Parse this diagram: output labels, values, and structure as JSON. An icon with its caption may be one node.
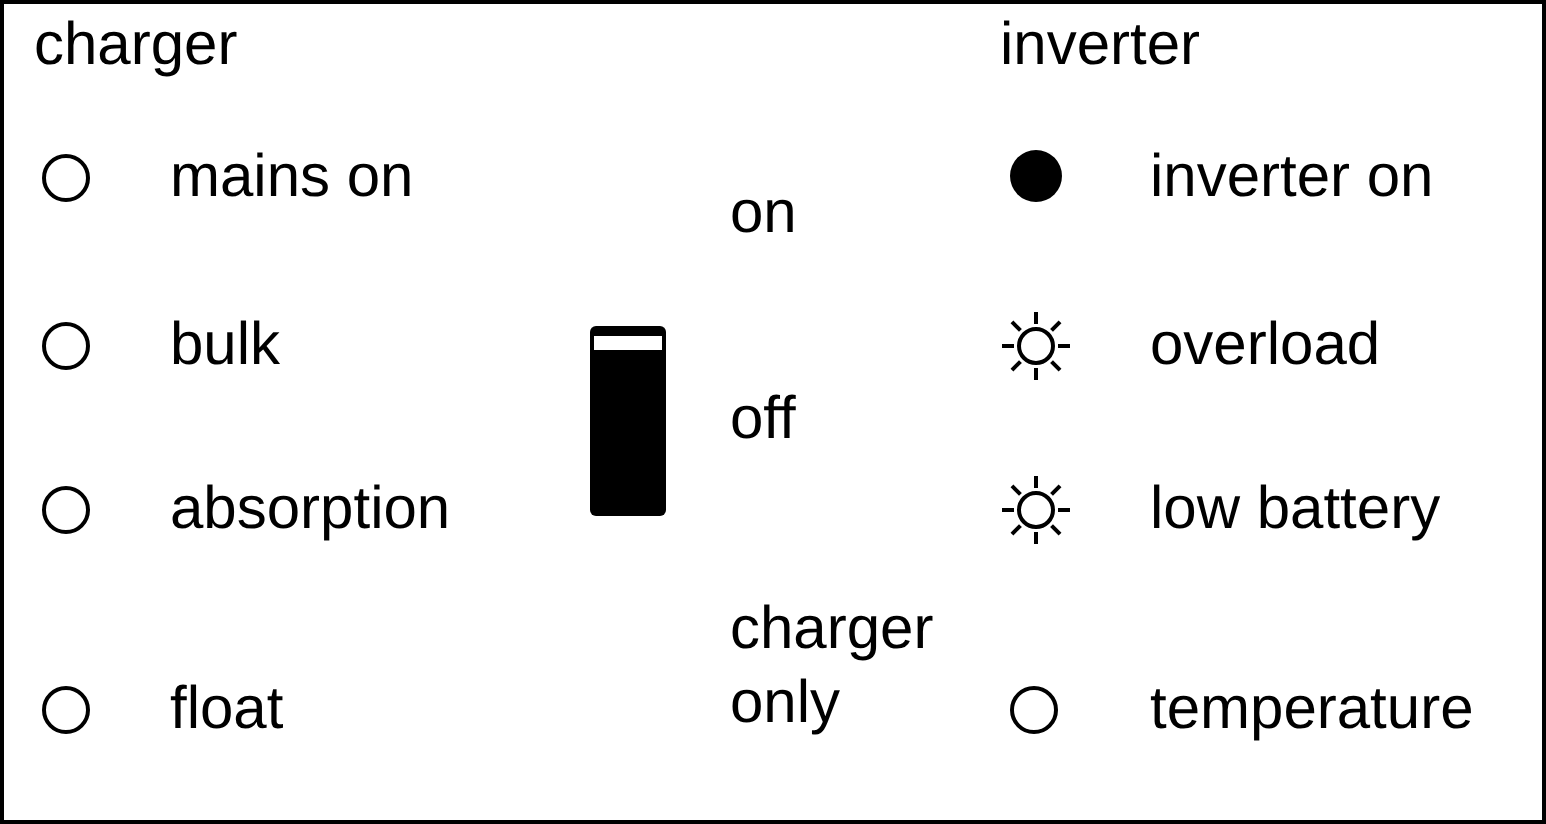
{
  "diagram": {
    "labels": [
      "charger",
      "mains on",
      "bulk",
      "absorption",
      "float",
      "on",
      "off",
      "charger only",
      "inverter",
      "inverter on",
      "overload",
      "low battery",
      "temperature"
    ]
  }
}
